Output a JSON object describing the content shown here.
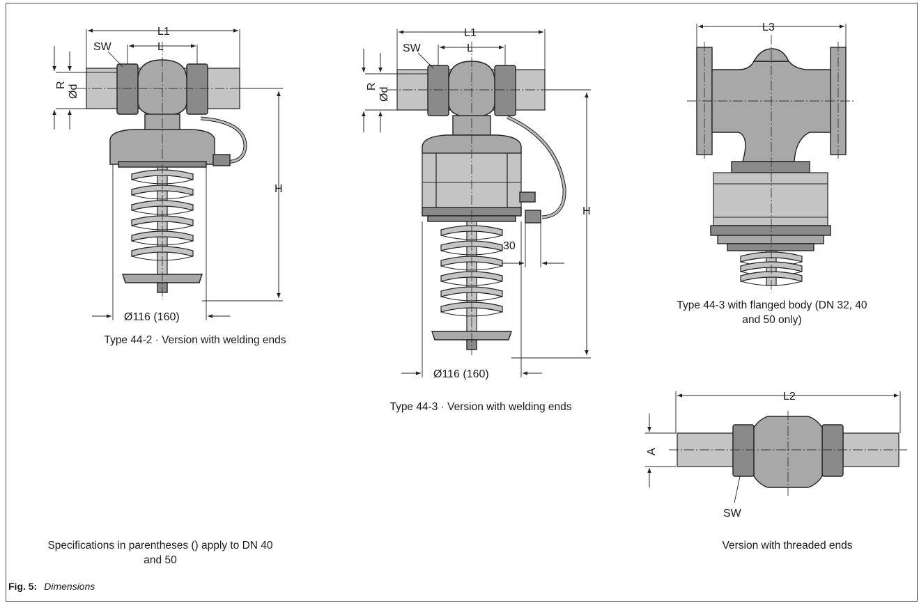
{
  "labels": {
    "L1": "L1",
    "L": "L",
    "SW": "SW",
    "R": "R",
    "Od": "Ød",
    "H": "H",
    "D116": "Ø116 (160)",
    "thirty": "30",
    "L3": "L3",
    "L2": "L2",
    "A": "A"
  },
  "captions": {
    "type442": "Type 44-2 · Version with welding ends",
    "type443": "Type 44-3 · Version with welding ends",
    "flanged_line1": "Type 44-3 with flanged body (DN 32, 40",
    "flanged_line2": "and 50 only)",
    "threaded": "Version with threaded ends",
    "spec_line1": "Specifications in parentheses () apply to DN 40",
    "spec_line2": "and 50"
  },
  "figure": {
    "number": "Fig. 5:",
    "title": "Dimensions"
  }
}
